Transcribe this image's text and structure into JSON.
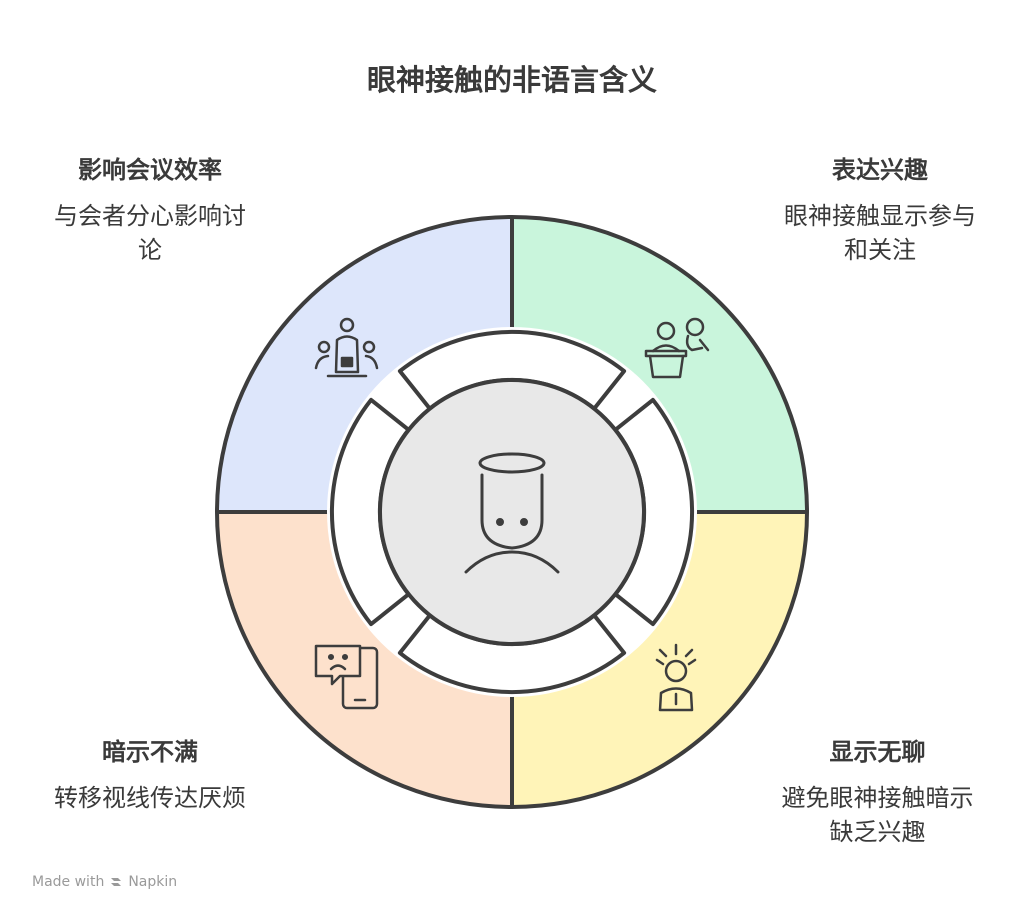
{
  "title": "眼神接触的非语言含义",
  "colors": {
    "top_left": "#dde6fb",
    "top_right": "#c9f5dc",
    "bottom_right": "#fff4b8",
    "bottom_left": "#fde1cc",
    "center": "#e8e8e8",
    "stroke": "#3d3d3d"
  },
  "quadrants": {
    "top_left": {
      "heading": "影响会议效率",
      "desc_line1": "与会者分心影响讨",
      "desc_line2": "论",
      "icon": "meeting-people-icon"
    },
    "top_right": {
      "heading": "表达兴趣",
      "desc_line1": "眼神接触显示参与",
      "desc_line2": "和关注",
      "icon": "presenter-icon"
    },
    "bottom_right": {
      "heading": "显示无聊",
      "desc_line1": "避免眼神接触暗示",
      "desc_line2": "缺乏兴趣",
      "icon": "frustrated-person-icon"
    },
    "bottom_left": {
      "heading": "暗示不满",
      "desc_line1": "转移视线传达厌烦",
      "icon": "sad-message-phone-icon"
    }
  },
  "center_icon": "person-face-icon",
  "footer": {
    "made_with": "Made with",
    "brand": "Napkin"
  }
}
